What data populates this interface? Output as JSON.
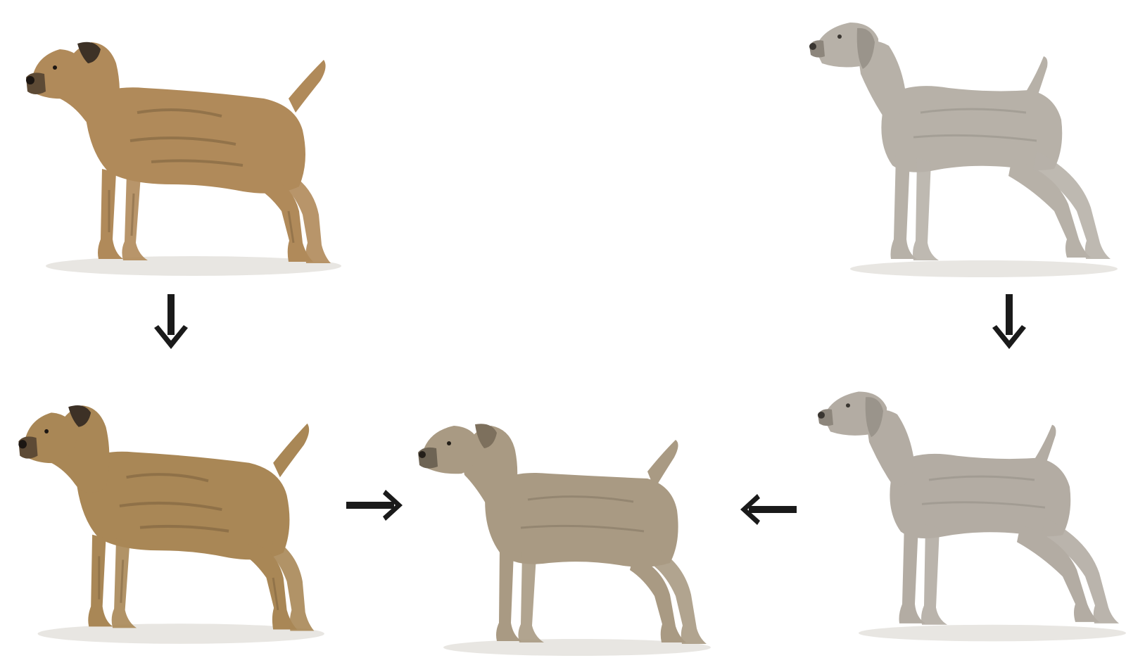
{
  "diagram": {
    "nodes": [
      {
        "id": "terrier-parent",
        "depicts": "border-terrier-illustration",
        "coat_color": "#b08a5a"
      },
      {
        "id": "terrier-derived",
        "depicts": "border-terrier-illustration-taller",
        "coat_color": "#a98756"
      },
      {
        "id": "weimaraner-parent",
        "depicts": "weimaraner-illustration",
        "coat_color": "#b7b1a8"
      },
      {
        "id": "weimaraner-derived",
        "depicts": "weimaraner-illustration-shorter",
        "coat_color": "#b3aca3"
      },
      {
        "id": "hybrid-result",
        "depicts": "mixed-dog-illustration",
        "coat_color": "#a99a83"
      }
    ],
    "arrows": [
      {
        "from": "terrier-parent",
        "to": "terrier-derived",
        "direction": "down"
      },
      {
        "from": "weimaraner-parent",
        "to": "weimaraner-derived",
        "direction": "down"
      },
      {
        "from": "terrier-derived",
        "to": "hybrid-result",
        "direction": "right"
      },
      {
        "from": "weimaraner-derived",
        "to": "hybrid-result",
        "direction": "left"
      }
    ],
    "colors": {
      "arrow": "#1a1a1a",
      "background": "#ffffff",
      "shadow": "#e6e4e0"
    }
  }
}
